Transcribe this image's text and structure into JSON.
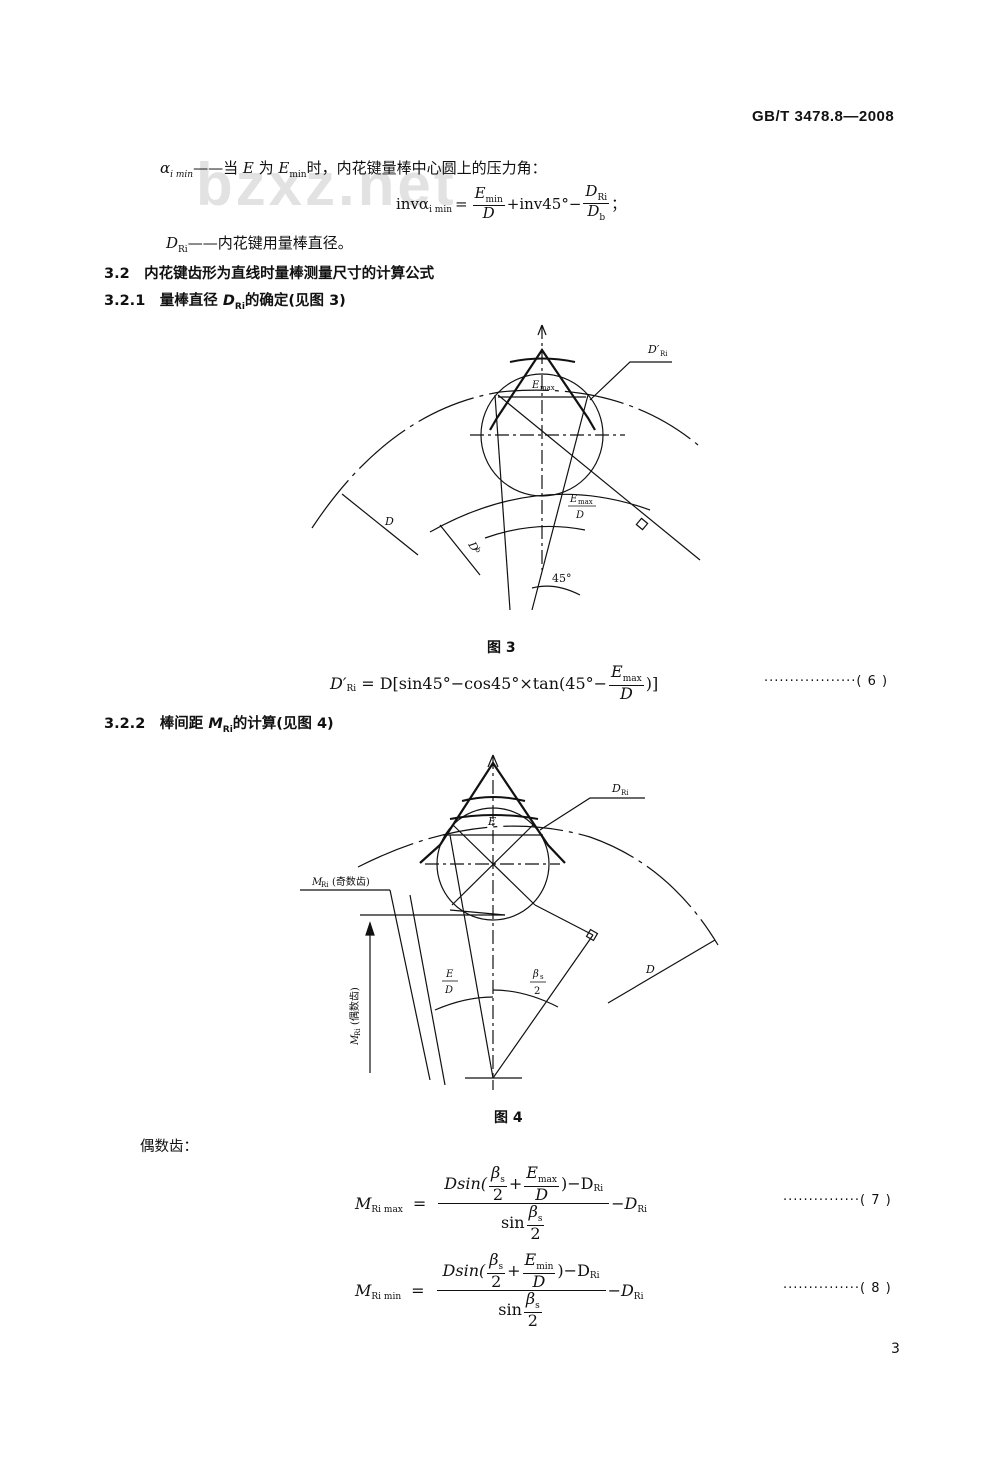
{
  "header": {
    "standard": "GB/T 3478.8—2008"
  },
  "watermark": "bzxz.net",
  "defs": {
    "alpha_symbol": "α",
    "alpha_sub": "i min",
    "alpha_desc_pre": "——当",
    "alpha_E": "E",
    "alpha_desc_mid": "为",
    "alpha_Emin": "E",
    "alpha_Emin_sub": "min",
    "alpha_desc_post": "时，内花键量棒中心圆上的压力角：",
    "inv_lhs": "invα",
    "inv_lhs_sub": "i min",
    "inv_eq": "=",
    "inv_frac1_num": "E",
    "inv_frac1_num_sub": "min",
    "inv_frac1_den": "D",
    "inv_mid": "+inv45°−",
    "inv_frac2_num": "D",
    "inv_frac2_num_sub": "Ri",
    "inv_frac2_den": "D",
    "inv_frac2_den_sub": "b",
    "inv_end": "；",
    "dri_symbol": "D",
    "dri_sub": "Ri",
    "dri_desc": "——内花键用量棒直径。"
  },
  "section": {
    "s32": "3.2　内花键齿形为直线时量棒测量尺寸的计算公式",
    "s321_pre": "3.2.1　量棒直径 ",
    "s321_sym": "D",
    "s321_sub": "Ri",
    "s321_post": "的确定(见图 3)",
    "s322_pre": "3.2.2　棒间距 ",
    "s322_sym": "M",
    "s322_sub": "Ri",
    "s322_post": "的计算(见图 4)"
  },
  "fig3": {
    "caption": "图 3",
    "label_dri_prime": "D′",
    "label_dri_prime_sub": "Ri",
    "label_emax": "E",
    "label_emax_sub": "max",
    "label_emax_d_num": "E",
    "label_emax_d_num_sub": "max",
    "label_emax_d_den": "D",
    "label_D": "D",
    "label_Db": "D",
    "label_Db_sub": "b",
    "label_45": "45°"
  },
  "eq6": {
    "lhs": "D′",
    "lhs_sub": "Ri",
    "body": " = D[sin45°−cos45°×tan(45°−",
    "frac_num": "E",
    "frac_num_sub": "max",
    "frac_den": "D",
    "close": ")]",
    "number": "··················( 6 )"
  },
  "fig4": {
    "caption": "图 4",
    "label_dri": "D",
    "label_dri_sub": "Ri",
    "label_E": "E",
    "label_mri_odd": "M",
    "label_mri_odd_sub": "Ri",
    "label_mri_odd_tail": "(奇数齿)",
    "label_mri_even": "M",
    "label_mri_even_sub": "Ri",
    "label_mri_even_tail": "(偶数齿)",
    "label_E_D_num": "E",
    "label_E_D_den": "D",
    "label_beta_num": "β",
    "label_beta_num_sub": "s",
    "label_beta_den": "2",
    "label_D": "D"
  },
  "even_teeth": "偶数齿：",
  "eq7": {
    "lhs": "M",
    "lhs_sub": "Ri max",
    "num_pre": "Dsin(",
    "beta": "β",
    "beta_sub": "s",
    "two": "2",
    "plus": "+",
    "e": "E",
    "e_sub": "max",
    "d": "D",
    "num_post": ")−D",
    "num_post_sub": "Ri",
    "den_pre": "sin",
    "tail": "−D",
    "tail_sub": "Ri",
    "number": "···············( 7 )"
  },
  "eq8": {
    "lhs": "M",
    "lhs_sub": "Ri min",
    "num_pre": "Dsin(",
    "beta": "β",
    "beta_sub": "s",
    "two": "2",
    "plus": "+",
    "e": "E",
    "e_sub": "min",
    "d": "D",
    "num_post": ")−D",
    "num_post_sub": "Ri",
    "den_pre": "sin",
    "tail": "−D",
    "tail_sub": "Ri",
    "number": "···············( 8 )"
  },
  "page_number": "3"
}
